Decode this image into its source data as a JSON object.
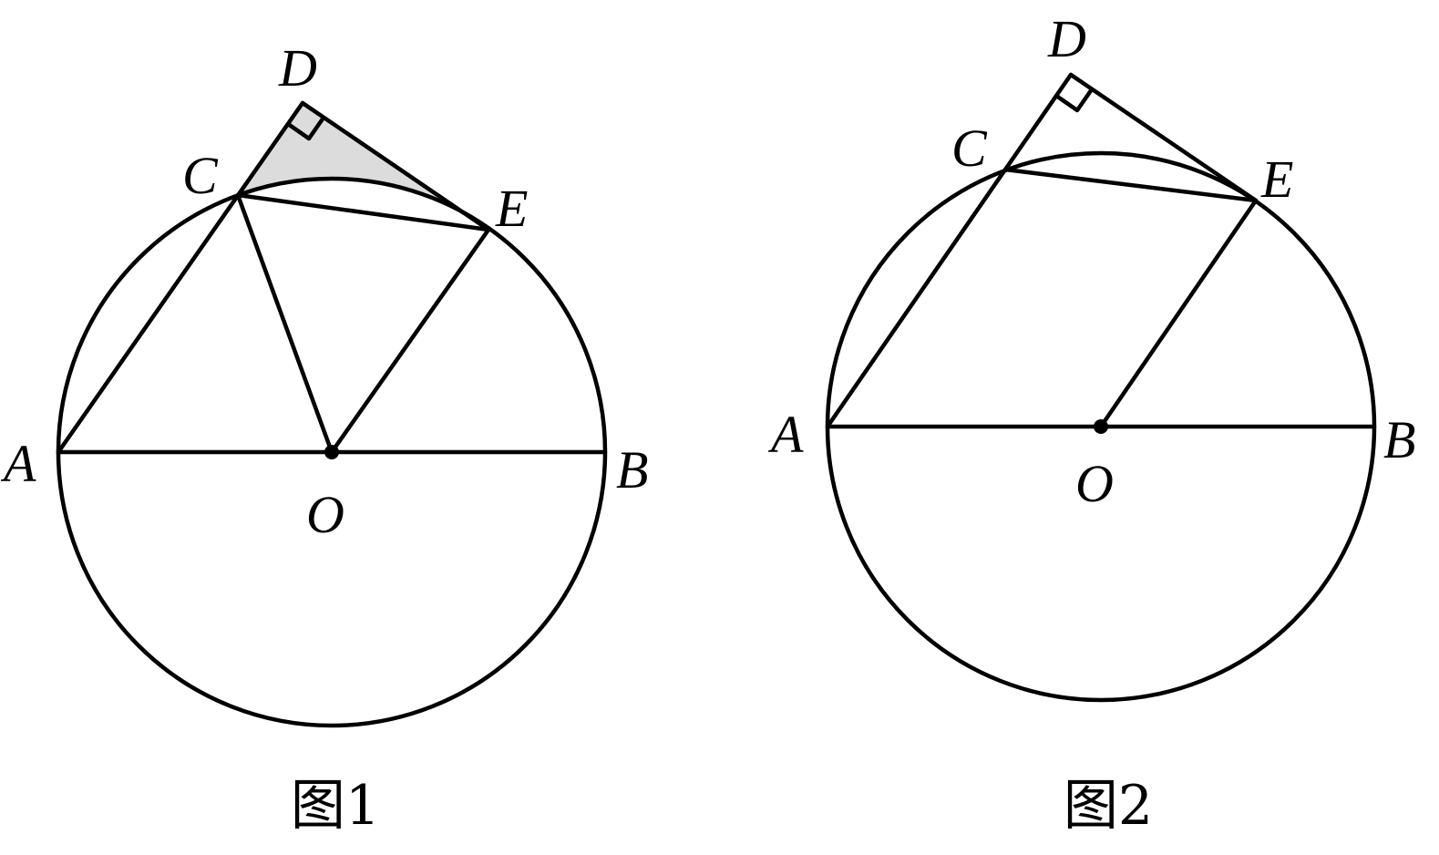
{
  "figures": [
    {
      "caption": "图1",
      "labels": {
        "A": "A",
        "B": "B",
        "O": "O",
        "C": "C",
        "D": "D",
        "E": "E"
      },
      "shaded_region": true,
      "segments": [
        "AB",
        "AD",
        "DE",
        "CE",
        "OC",
        "OE"
      ]
    },
    {
      "caption": "图2",
      "labels": {
        "A": "A",
        "B": "B",
        "O": "O",
        "C": "C",
        "D": "D",
        "E": "E"
      },
      "shaded_region": false,
      "segments": [
        "AB",
        "AD",
        "DE",
        "CE",
        "OE"
      ]
    }
  ]
}
